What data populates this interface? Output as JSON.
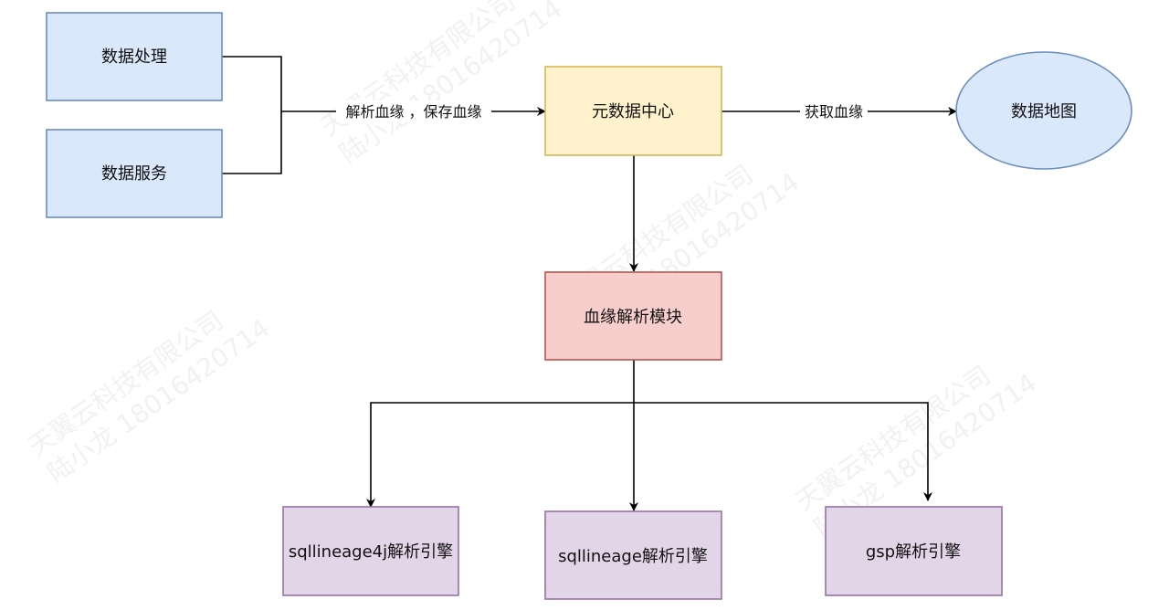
{
  "nodes": {
    "data_processing": {
      "label": "数据处理",
      "fill": "#dae8fc",
      "stroke": "#6c8ebf"
    },
    "data_service": {
      "label": "数据服务",
      "fill": "#dae8fc",
      "stroke": "#6c8ebf"
    },
    "metadata_center": {
      "label": "元数据中心",
      "fill": "#fff2cc",
      "stroke": "#d6b656"
    },
    "data_map": {
      "label": "数据地图",
      "fill": "#dae8fc",
      "stroke": "#6c8ebf"
    },
    "lineage_parser": {
      "label": "血缘解析模块",
      "fill": "#f8cecc",
      "stroke": "#b85450"
    },
    "engine_sqllineage4j": {
      "label": "sqllineage4j解析引擎",
      "fill": "#e1d5e7",
      "stroke": "#9673a6"
    },
    "engine_sqllineage": {
      "label": "sqllineage解析引擎",
      "fill": "#e1d5e7",
      "stroke": "#9673a6"
    },
    "engine_gsp": {
      "label": "gsp解析引擎",
      "fill": "#e1d5e7",
      "stroke": "#9673a6"
    }
  },
  "edges": {
    "parse_save": {
      "label": "解析血缘 ，保存血缘"
    },
    "fetch_lineage": {
      "label": "获取血缘"
    }
  },
  "watermark": {
    "company": "天翼云科技有限公司",
    "person": "陆小龙 18016420714"
  },
  "colors": {
    "line": "#000000",
    "watermark": "#d8d8d8"
  }
}
